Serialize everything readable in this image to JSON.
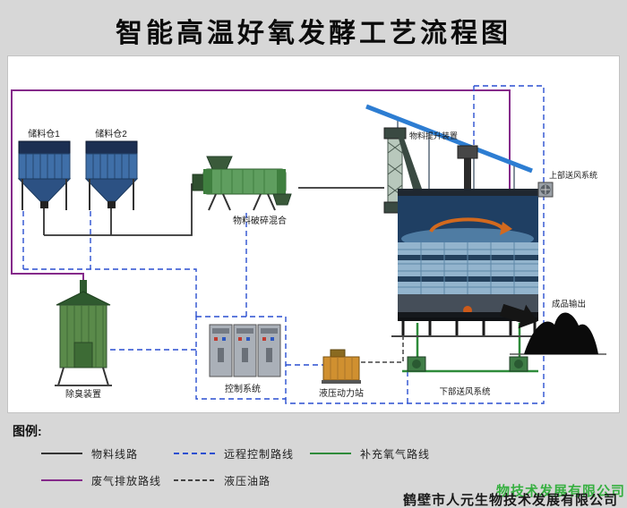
{
  "title": "智能高温好氧发酵工艺流程图",
  "diagram": {
    "labels": {
      "hopper1": "储料仓1",
      "hopper2": "储料仓2",
      "crusher": "物料破碎混合",
      "elevator": "物料提升装置",
      "upper_air": "上部送风系统",
      "output": "成品输出",
      "deodorizer": "除臭装置",
      "control": "控制系统",
      "hydraulic": "液压动力站",
      "lower_air": "下部送风系统"
    }
  },
  "colors": {
    "material": "#333333",
    "waste_gas": "#852a8a",
    "control": "#2a4fd0",
    "hydraulic_oil": "#444444",
    "oxygen": "#2e8b3a",
    "roof": "#2d7dd2"
  },
  "legend": {
    "title": "图例:",
    "items": [
      {
        "label": "物料线路",
        "color": "#333333",
        "style": "solid"
      },
      {
        "label": "远程控制路线",
        "color": "#2a4fd0",
        "style": "dashed"
      },
      {
        "label": "补充氧气路线",
        "color": "#2e8b3a",
        "style": "solid"
      },
      {
        "label": "废气排放路线",
        "color": "#852a8a",
        "style": "solid"
      },
      {
        "label": "液压油路",
        "color": "#444444",
        "style": "dashed"
      }
    ]
  },
  "footer": {
    "company": "鹤壁市人元生物技术发展有限公司",
    "watermark": "物技术发展有限公司"
  }
}
